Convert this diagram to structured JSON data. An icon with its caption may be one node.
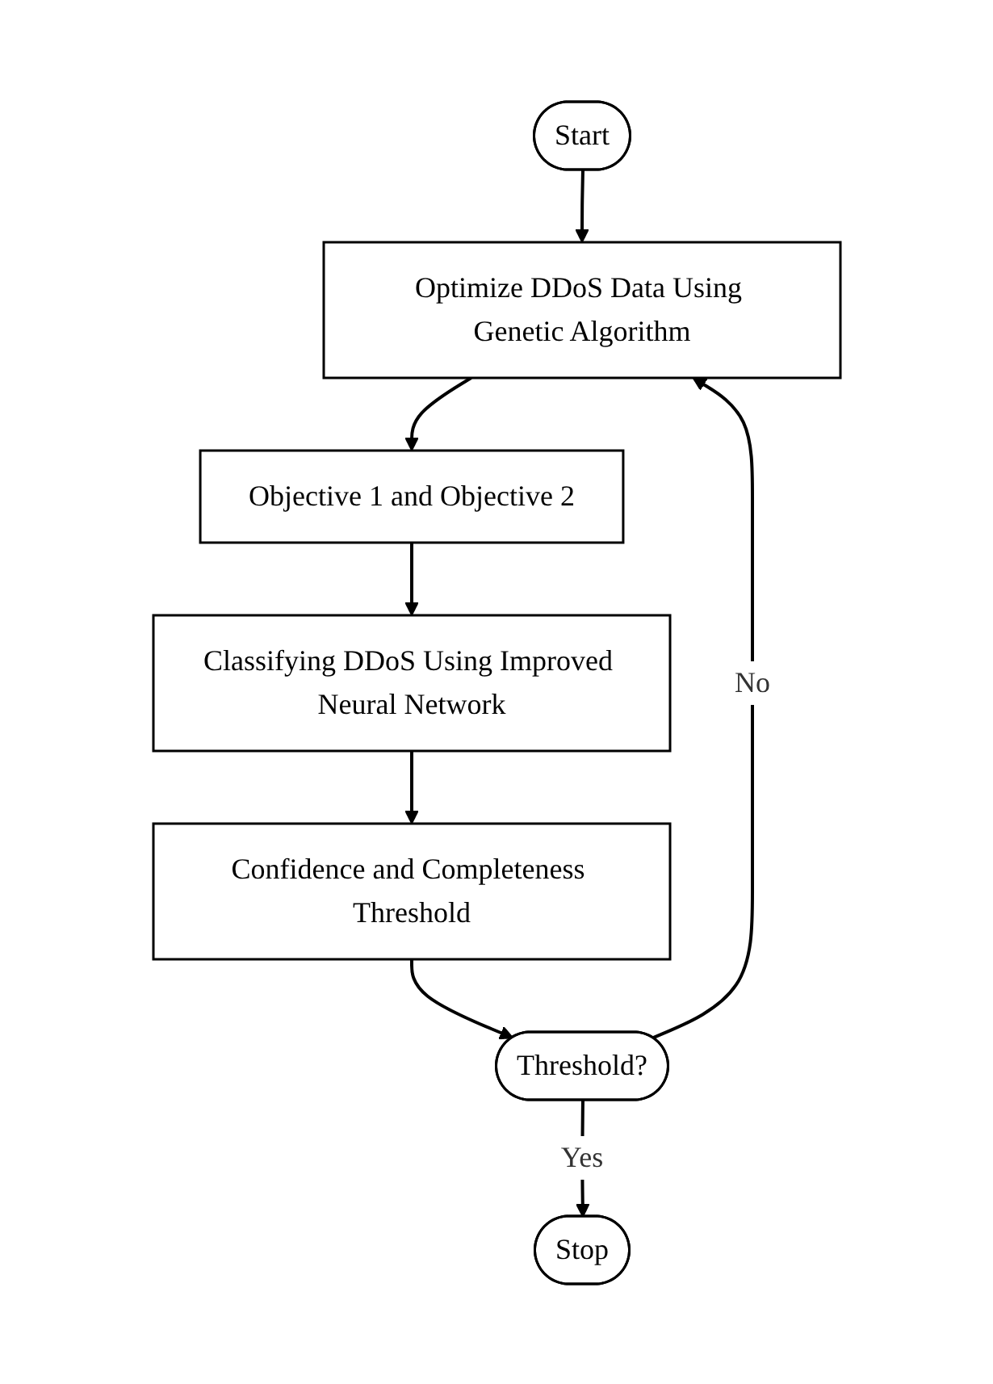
{
  "diagram": {
    "nodes": [
      {
        "text": [
          "Start"
        ]
      },
      {
        "text": [
          "Optimize DDoS Data Using Genetic Algorithm"
        ]
      },
      {
        "text": [
          "Objective 1 and Objective 2"
        ]
      },
      {
        "text": [
          "Classifying DDoS Using Improved Neural Network"
        ]
      },
      {
        "text": [
          "Confidence and Completeness Threshold"
        ]
      },
      {
        "text": [
          "Threshold?"
        ]
      },
      {
        "text": [
          "Stop"
        ]
      }
    ],
    "edges": [
      {
        "from": 0,
        "to": 1,
        "arrow": "to"
      },
      {
        "from": 1,
        "to": 2,
        "arrow": "to"
      },
      {
        "from": 2,
        "to": 3,
        "arrow": "to"
      },
      {
        "from": 3,
        "to": 4,
        "arrow": "to"
      },
      {
        "from": 4,
        "to": 5,
        "arrow": "to"
      },
      {
        "from": 5,
        "to": 6,
        "arrow": "to",
        "label": "Yes"
      },
      {
        "from": 5,
        "to": 1,
        "arrow": "to",
        "label": "No"
      }
    ]
  }
}
